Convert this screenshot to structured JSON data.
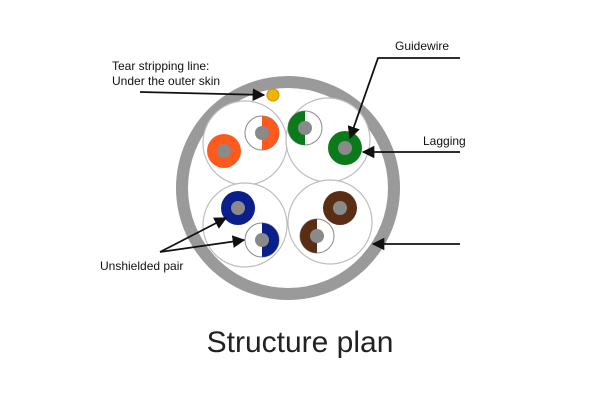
{
  "labels": {
    "tear_line_1": "Tear stripping line:",
    "tear_line_2": "Under the outer skin",
    "guidewire": "Guidewire",
    "lagging": "Lagging",
    "unshielded_pair": "Unshielded pair"
  },
  "caption": "Structure plan",
  "colors": {
    "jacket": "#9a9a9a",
    "tear_wire": "#f0b400",
    "orange": "#ff5a1e",
    "green": "#0a7a1a",
    "blue": "#0a1e8c",
    "brown": "#5a2e14",
    "core": "#8a8a8a",
    "leader": "#111111"
  },
  "pairs": [
    {
      "quadrant": "top-left",
      "solid": "orange",
      "striped": "orange/white"
    },
    {
      "quadrant": "top-right",
      "solid": "green",
      "striped": "green/white"
    },
    {
      "quadrant": "bottom-left",
      "solid": "blue",
      "striped": "blue/white"
    },
    {
      "quadrant": "bottom-right",
      "solid": "brown",
      "striped": "brown/white"
    }
  ]
}
